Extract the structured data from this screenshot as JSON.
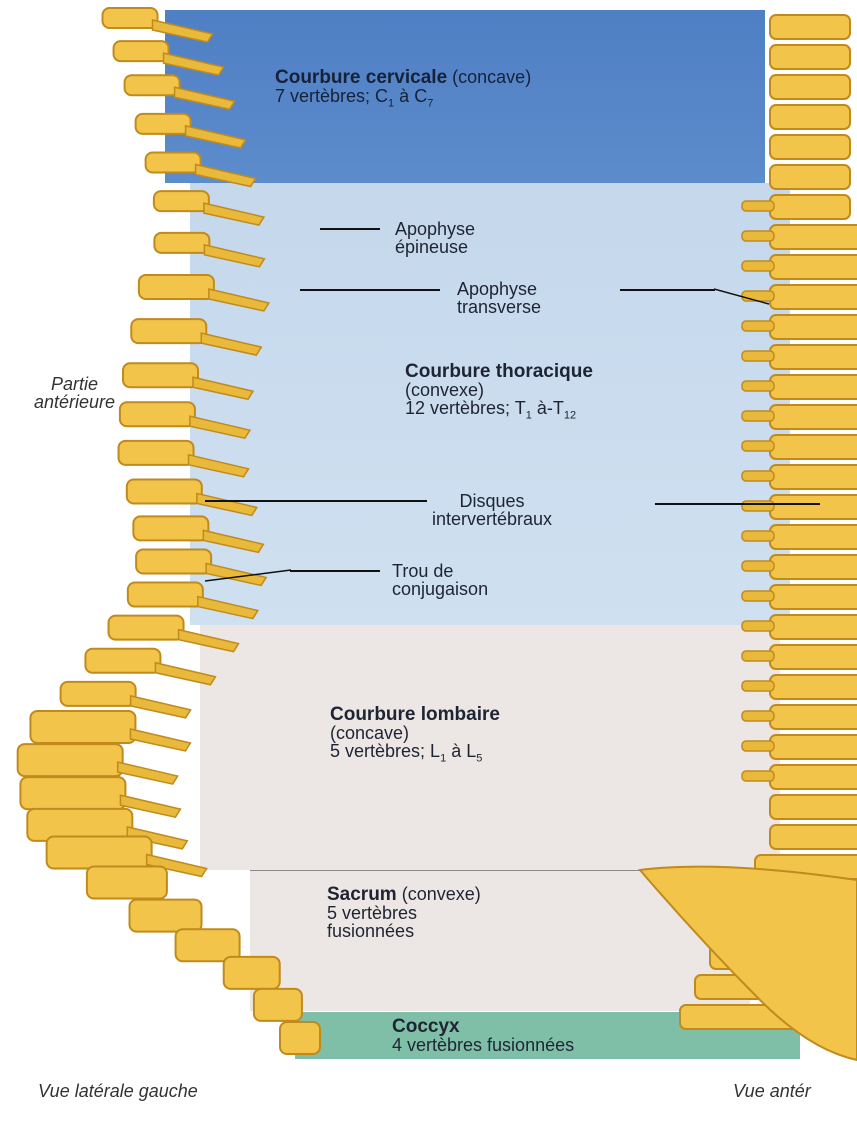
{
  "regions": {
    "cervical": {
      "title": "Courbure cervicale",
      "qualifier": "(concave)",
      "count_text": "7 vertèbres; ",
      "range_start": "C",
      "range_start_sub": "1",
      "range_sep": " à ",
      "range_end": "C",
      "range_end_sub": "7"
    },
    "thoracic": {
      "title": "Courbure thoracique",
      "qualifier": "(convexe)",
      "count_text": "12 vertèbres; ",
      "range_start": "T",
      "range_start_sub": "1",
      "range_sep": " à-",
      "range_end": "T",
      "range_end_sub": "12"
    },
    "lumbar": {
      "title": "Courbure lombaire",
      "qualifier": "(concave)",
      "count_text": "5 vertèbres; ",
      "range_start": "L",
      "range_start_sub": "1",
      "range_sep": " à ",
      "range_end": "L",
      "range_end_sub": "5"
    },
    "sacrum": {
      "title": "Sacrum",
      "qualifier": "(convexe)",
      "line2": "5 vertèbres",
      "line3": "fusionnées"
    },
    "coccyx": {
      "title": "Coccyx",
      "line2": "4 vertèbres fusionnées"
    }
  },
  "labels": {
    "spinous_line1": "Apophyse",
    "spinous_line2": "épineuse",
    "transverse_line1": "Apophyse",
    "transverse_line2": "transverse",
    "discs_line1": "Disques",
    "discs_line2": "intervertébraux",
    "foramen_line1": "Trou de",
    "foramen_line2": "conjugaison",
    "anterior_line1": "Partie",
    "anterior_line2": "antérieure"
  },
  "captions": {
    "left_view": "Vue latérale gauche",
    "right_view": "Vue antér"
  },
  "colors": {
    "cervical_band": "#5d8ccc",
    "thoracic_band": "#cfe0f0",
    "lumbar_band": "#ece6e4",
    "coccyx_band": "#7fbfa7",
    "bone": "#f2c44a",
    "bone_shadow": "#c08a1c"
  }
}
